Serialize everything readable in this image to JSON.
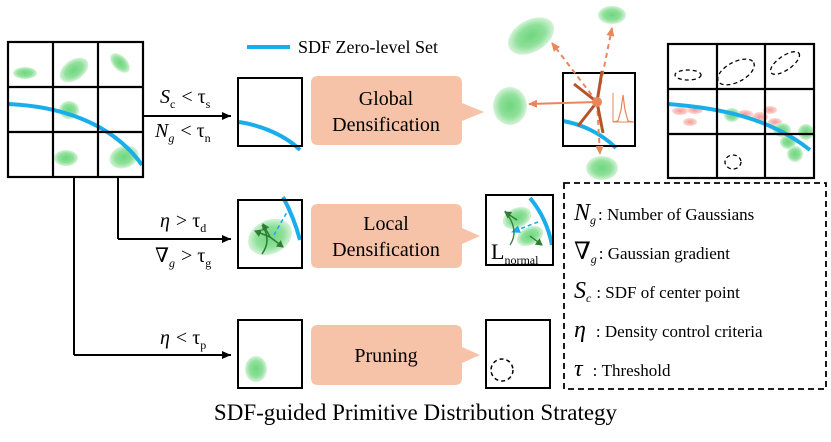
{
  "legend": {
    "zero_level_set": "SDF Zero-level  Set"
  },
  "conditions": {
    "global_1_sym": "S",
    "global_1_sub": "c",
    "global_1_rel": "< τ",
    "global_1_rel_sub": "s",
    "global_2_sym": "N",
    "global_2_sub": "g",
    "global_2_rel": "< τ",
    "global_2_rel_sub": "n",
    "local_1_sym": "η",
    "local_1_rel": "> τ",
    "local_1_rel_sub": "d",
    "local_2_sym": "∇",
    "local_2_sub": "g",
    "local_2_rel": "> τ",
    "local_2_rel_sub": "g",
    "prune_sym": "η",
    "prune_rel": "< τ",
    "prune_rel_sub": "p"
  },
  "steps": {
    "global_line1": "Global",
    "global_line2": "Densification",
    "local_line1": "Local",
    "local_line2": "Densification",
    "pruning": "Pruning"
  },
  "loss_label": {
    "main": "L",
    "sub": "normal"
  },
  "notation": [
    {
      "symbol": "N",
      "sub": "g",
      "desc": ": Number of Gaussians"
    },
    {
      "symbol": "∇",
      "sub": "g",
      "desc": ": Gaussian gradient"
    },
    {
      "symbol": "S",
      "sub": "c",
      "desc": ": SDF of center point"
    },
    {
      "symbol": "η",
      "sub": "",
      "desc": ": Density control criteria"
    },
    {
      "symbol": "τ",
      "sub": "",
      "desc": ": Threshold"
    }
  ],
  "caption": "SDF-guided Primitive Distribution Strategy",
  "colors": {
    "sdf_curve": "#19aeea",
    "gaussian": "#5fcf73",
    "step_box": "#f6c2a8",
    "arrow_orange": "#e9865a",
    "arrow_brown": "#b5532b",
    "dark_green": "#2e7d32",
    "pink": "#f4a3a0"
  }
}
